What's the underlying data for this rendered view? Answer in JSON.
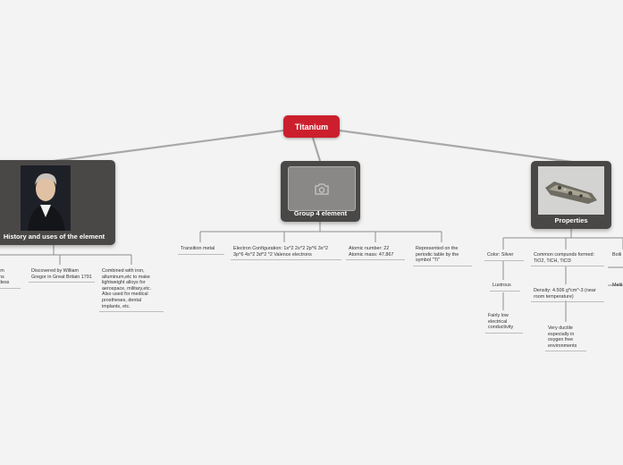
{
  "central": {
    "label": "Titanium"
  },
  "branches": {
    "history": {
      "label": "History and uses of the element",
      "children": [
        "anium (titans goddess",
        "Discovered by William Gregor in Great Britain 1791",
        "Combined with iron, alluminum,etc to make lightweight alloys for aerospace, military,etc. Also used for medical prostheses, dental implants, etc."
      ]
    },
    "group": {
      "label": "Group 4 element",
      "children": [
        "Transition metal",
        "Electron Configuration: 1s^2 2s^2 2p^6 3s^2 3p^6 4s^2 3d^2 *2 Valence electrons",
        "Atomic number: 22 Atomic mass: 47.867",
        "Represented on the periodic table by the symbol \"Ti\""
      ]
    },
    "properties": {
      "label": "Properties",
      "children": [
        "Color: Silver",
        "Lustrous",
        "Fairly low electrical conductivity",
        "Common compunds formed: TiO2, TiCH, TiCl3",
        "Density: 4.506 g*cm^-3 (near room temperature)",
        "Very ductile especially in oxygen free environments",
        "Boili",
        "Melti"
      ]
    }
  },
  "icons": {
    "image_placeholder": "camera-icon"
  },
  "colors": {
    "central": "#cc1f2d",
    "main_topic": "#4a4846",
    "background": "#f3f3f3",
    "connector": "#a8a8a8"
  }
}
